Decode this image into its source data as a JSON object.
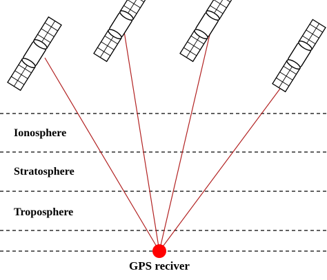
{
  "layers": [
    {
      "id": "ionosphere",
      "label": "Ionosphere"
    },
    {
      "id": "stratosphere",
      "label": "Stratosphere"
    },
    {
      "id": "troposphere",
      "label": "Troposphere"
    }
  ],
  "receiver": {
    "label": "GPS reciver"
  },
  "satellites": [
    {
      "id": "satellite-1"
    },
    {
      "id": "satellite-2"
    },
    {
      "id": "satellite-3"
    },
    {
      "id": "satellite-4"
    }
  ],
  "colors": {
    "signal": "#b22222",
    "receiver": "#ff0000",
    "boundary": "#000000"
  }
}
